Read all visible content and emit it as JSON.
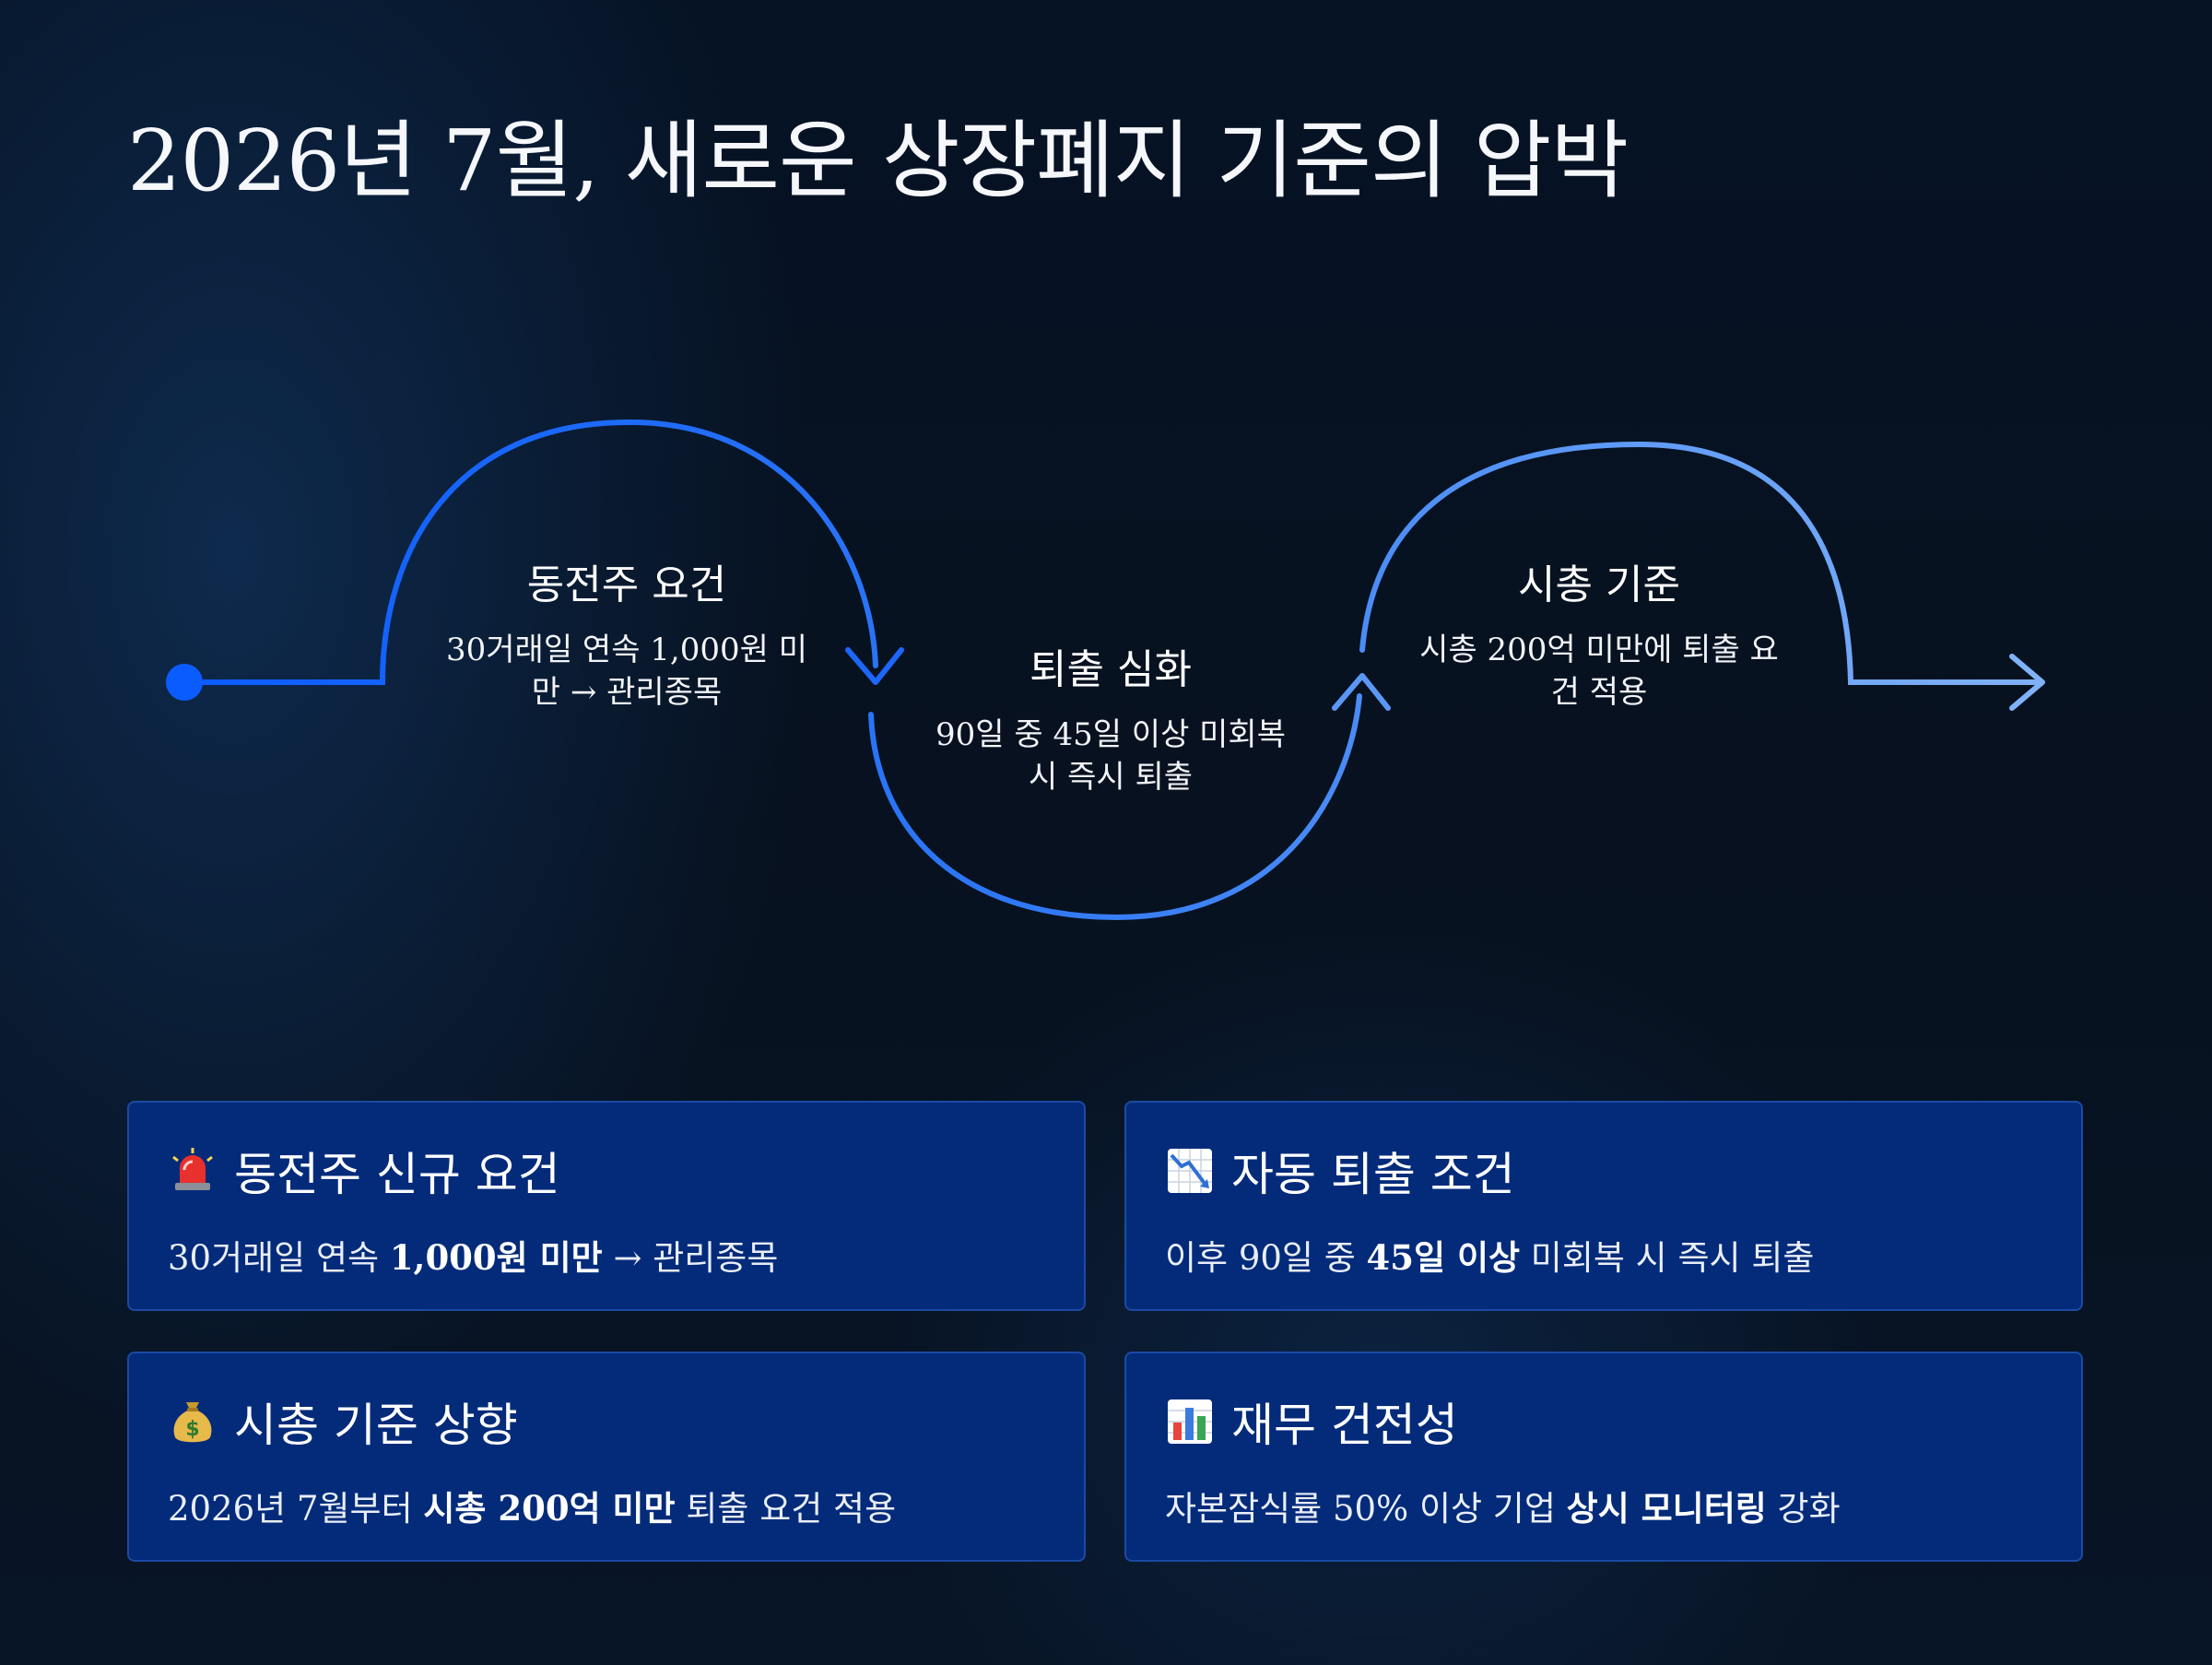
{
  "title": "2026년 7월, 새로운 상장폐지 기준의 압박",
  "flow": {
    "steps": [
      {
        "title": "동전주 요건",
        "desc_line1": "30거래일 연속 1,000원 미",
        "desc_line2": "만 → 관리종목"
      },
      {
        "title": "퇴출 심화",
        "desc_line1": "90일 중 45일 이상 미회복",
        "desc_line2": "시 즉시 퇴출"
      },
      {
        "title": "시총 기준",
        "desc_line1": "시총 200억 미만에 퇴출 요",
        "desc_line2": "건 적용"
      }
    ],
    "colors": {
      "start": "#0b5cff",
      "mid": "#3d82f0",
      "end": "#7fb0f7"
    }
  },
  "cards": [
    {
      "icon": "siren-icon",
      "title": "동전주 신규 요건",
      "pre": "30거래일 연속 ",
      "bold": "1,000원 미만",
      "post": " → 관리종목"
    },
    {
      "icon": "chart-decreasing-icon",
      "title": "자동 퇴출 조건",
      "pre": "이후 90일 중 ",
      "bold": "45일 이상",
      "post": " 미회복 시 즉시 퇴출"
    },
    {
      "icon": "money-bag-icon",
      "title": "시총 기준 상향",
      "pre": "2026년 7월부터 ",
      "bold": "시총 200억 미만",
      "post": " 퇴출 요건 적용"
    },
    {
      "icon": "bar-chart-icon",
      "title": "재무 건전성",
      "pre": "자본잠식률 50% 이상 기업 ",
      "bold": "상시 모니터링",
      "post": " 강화"
    }
  ],
  "card_color": "#032b7a"
}
